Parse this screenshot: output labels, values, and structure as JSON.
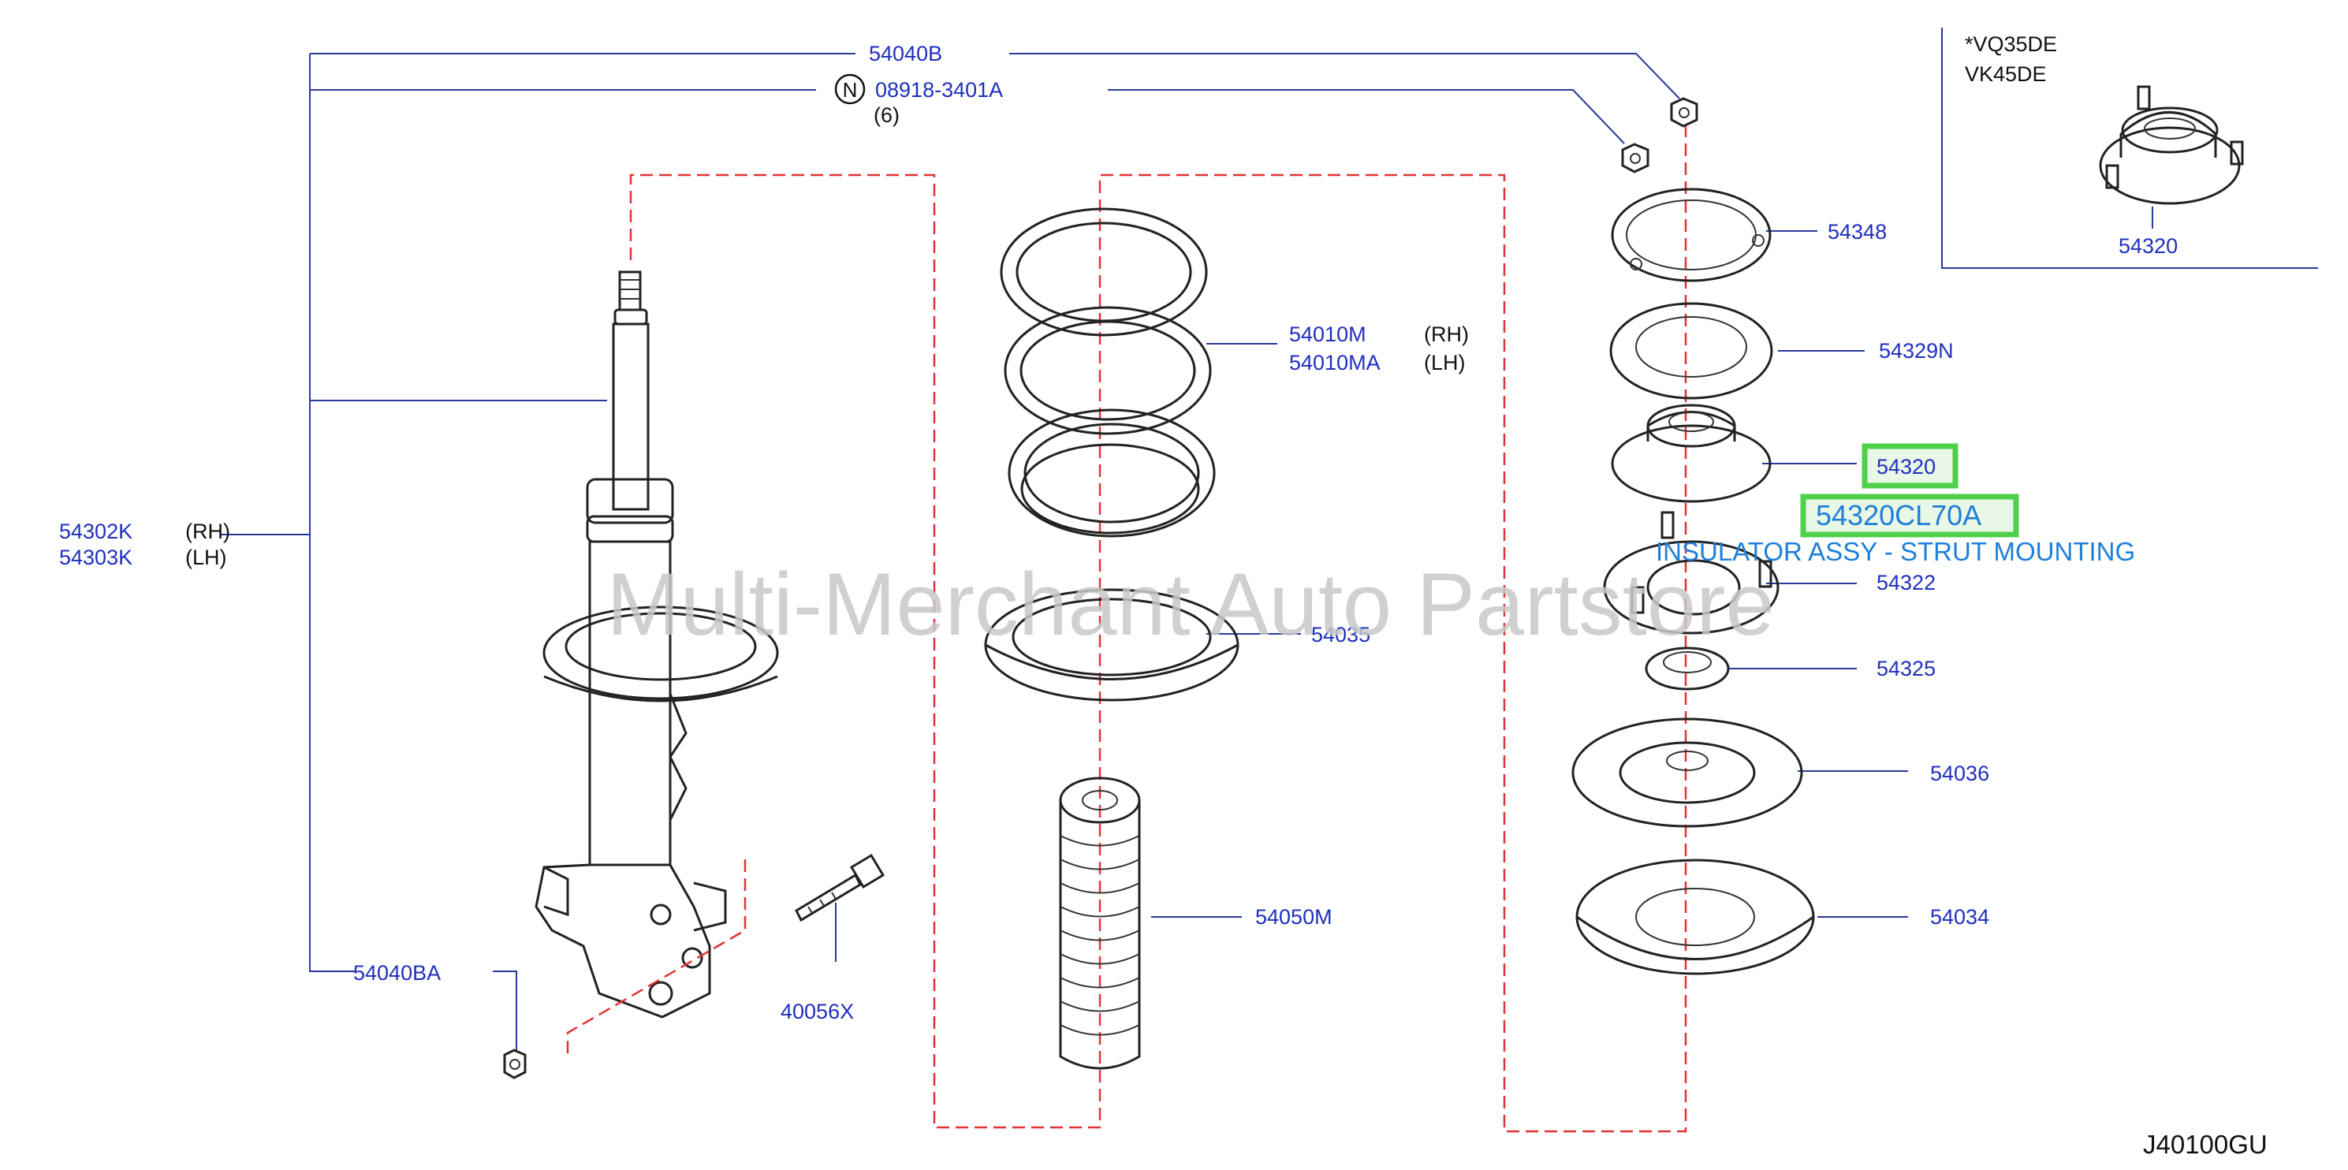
{
  "labels": {
    "p54040B": "54040B",
    "p08918": "08918-3401A",
    "qty6": "(6)",
    "n_symbol": "N",
    "p54302K": "54302K",
    "p54303K": "54303K",
    "rh": "(RH)",
    "lh": "(LH)",
    "p54040BA": "54040BA",
    "p40056X": "40056X",
    "p54010M": "54010M",
    "p54010MA": "54010MA",
    "p54035": "54035",
    "p54050M": "54050M",
    "p54348": "54348",
    "p54329N": "54329N",
    "p54320": "54320",
    "p54322": "54322",
    "p54325": "54325",
    "p54036": "54036",
    "p54034": "54034",
    "inset_engine1": "*VQ35DE",
    "inset_engine2": "VK45DE",
    "inset_part": "54320",
    "diagram_code": "J40100GU"
  },
  "highlight": {
    "part_number": "54320CL70A",
    "description": "INSULATOR ASSY - STRUT MOUNTING"
  },
  "watermark": "Multi-Merchant Auto Partstore",
  "colors": {
    "label_blue": "#1f2fbf",
    "highlight_border": "#4fd04a",
    "highlight_text": "#1e7fd8",
    "dash_red": "#e03434",
    "watermark": "#c8c8c8"
  }
}
